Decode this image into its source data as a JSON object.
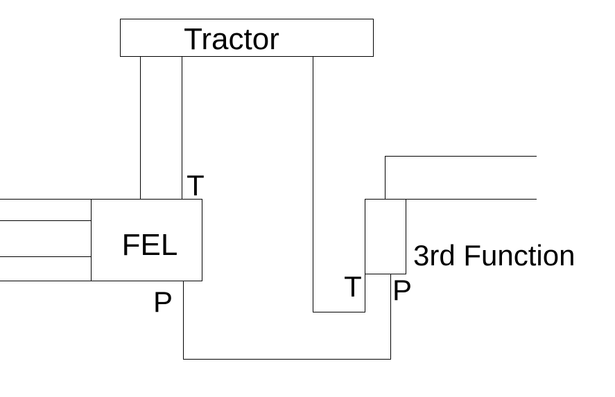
{
  "labels": {
    "tractor": "Tractor",
    "fel": "FEL",
    "fel_tank_port": "T",
    "fel_pressure_port": "P",
    "third_function": "3rd Function",
    "third_tank_port": "T",
    "third_pressure_port": "P"
  },
  "colors": {
    "stroke": "#000000",
    "background": "#ffffff"
  }
}
